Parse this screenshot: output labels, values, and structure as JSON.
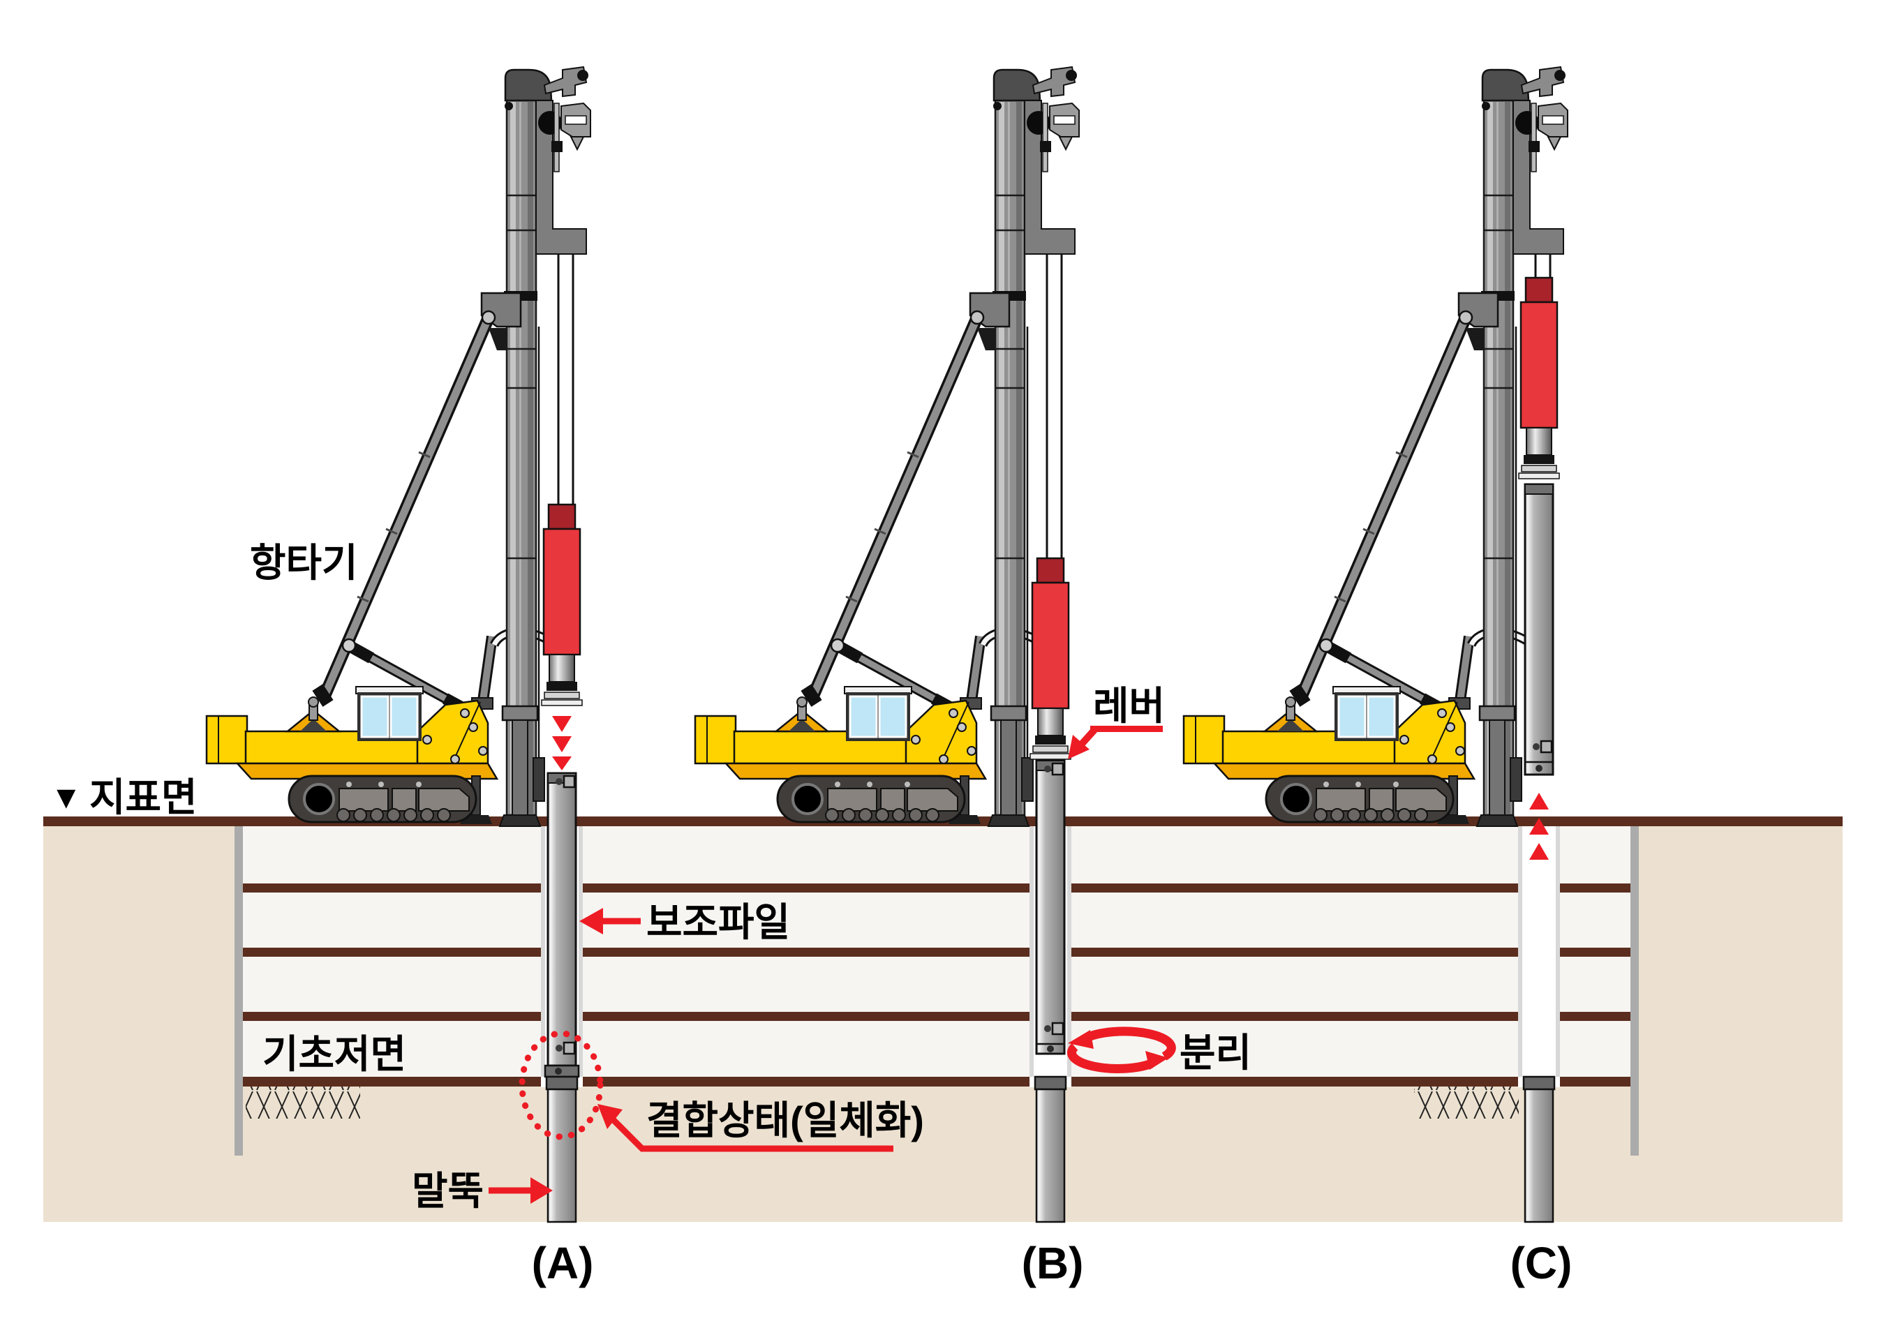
{
  "figure": {
    "machine_label": "항타기",
    "ground_marker": "▼",
    "ground_surface_label": "지표면",
    "aux_pile_label": "보조파일",
    "foundation_bottom_label": "기초저면",
    "joint_label": "결합상태(일체화)",
    "pile_label": "말뚝",
    "lever_label": "레버",
    "separation_label": "분리",
    "stage_a_label": "(A)",
    "stage_b_label": "(B)",
    "stage_c_label": "(C)"
  },
  "colors": {
    "hammer_red": "#E8373D",
    "hammer_cap_red": "#A8232A",
    "annotation_red": "#ED1C24",
    "machine_yellow": "#FFD300",
    "machine_yellow_dark": "#F2A900",
    "soil_beige": "#ECE1D0",
    "excavation_fill": "#F7F5F2",
    "earth_line_brown": "#5B2D1E",
    "retaining_wall_gray": "#ABABAB",
    "cab_window_blue": "#BEE6F6",
    "mast_gray": "#909090"
  }
}
